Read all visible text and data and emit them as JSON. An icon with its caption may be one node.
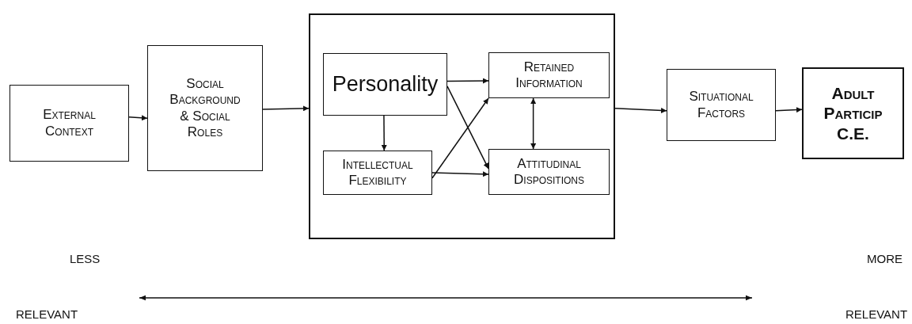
{
  "diagram": {
    "nodes": [
      {
        "text": [
          "External Context"
        ]
      },
      {
        "text": [
          "Social Background & Social Roles"
        ]
      },
      {
        "text": [],
        "shape": "box"
      },
      {
        "text": [
          "Personality"
        ],
        "in": 2
      },
      {
        "text": [
          "Intellectual Flexibility"
        ],
        "in": 2
      },
      {
        "text": [
          "Retained Information"
        ],
        "in": 2
      },
      {
        "text": [
          "Attitudinal Dispositions"
        ],
        "in": 2
      },
      {
        "text": [
          "Situational Factors"
        ]
      },
      {
        "text": [
          "Adult Particip C.E."
        ]
      }
    ],
    "edges": [
      {
        "from": 0,
        "to": 1,
        "arrow": "to"
      },
      {
        "from": 1,
        "to": 2,
        "arrow": "to"
      },
      {
        "from": 3,
        "to": 4,
        "arrow": "to"
      },
      {
        "from": 3,
        "to": 5,
        "arrow": "to"
      },
      {
        "from": 3,
        "to": 6,
        "arrow": "to"
      },
      {
        "from": 4,
        "to": 5,
        "arrow": "to"
      },
      {
        "from": 4,
        "to": 6,
        "arrow": "to"
      },
      {
        "from": 5,
        "to": 6,
        "arrow": "both"
      },
      {
        "from": 2,
        "to": 7,
        "arrow": "to"
      },
      {
        "from": 7,
        "to": 8,
        "arrow": "to"
      }
    ],
    "labels": [
      "LESS",
      "MORE",
      "RELEVANT",
      "RELEVANT"
    ]
  }
}
